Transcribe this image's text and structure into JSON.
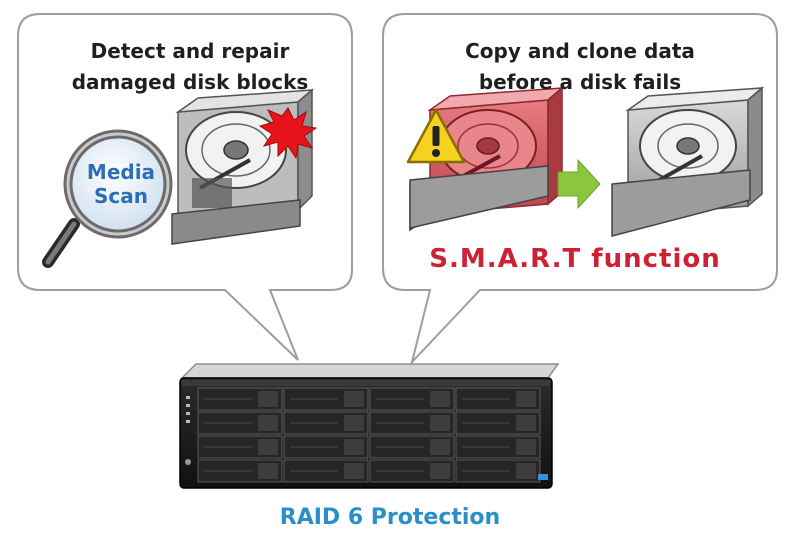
{
  "left_bubble": {
    "caption_line1": "Detect and repair",
    "caption_line2": "damaged disk blocks",
    "magnifier_line1": "Media",
    "magnifier_line2": "Scan"
  },
  "right_bubble": {
    "caption_line1": "Copy and clone data",
    "caption_line2": "before a disk fails",
    "function_label": "S.M.A.R.T function"
  },
  "storage": {
    "label": "RAID 6 Protection"
  },
  "colors": {
    "smart_red": "#cc2233",
    "raid_blue": "#2a8fc9",
    "media_blue": "#2c6fb5",
    "arrow_green": "#8cc63f",
    "warning_yellow": "#f5d21f",
    "alert_red": "#e8141b"
  },
  "icons": [
    "magnifier-icon",
    "hard-drive-icon",
    "warning-icon",
    "arrow-right-icon",
    "burst-icon",
    "storage-server-icon"
  ]
}
